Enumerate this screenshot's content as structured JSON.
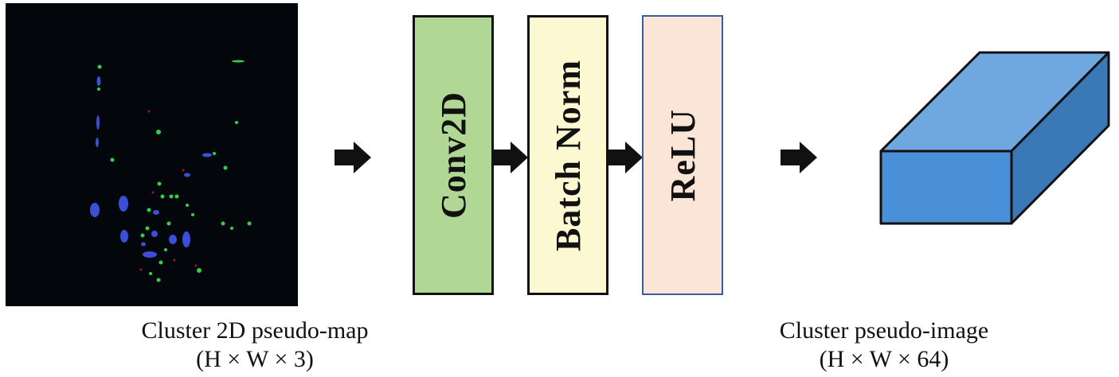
{
  "layers": {
    "conv": "Conv2D",
    "batch_norm": "Batch Norm",
    "relu": "ReLU"
  },
  "captions": {
    "input_title": "Cluster 2D pseudo-map",
    "input_dims": "(H × W × 3)",
    "output_title": "Cluster pseudo-image",
    "output_dims": "(H × W × 64)"
  },
  "colors": {
    "map_background": "#03060a",
    "cluster_blue": "#3b4fd8",
    "cluster_green": "#2fd04a",
    "cluster_red": "#a01818",
    "conv_fill": "#b0d793",
    "batch_norm_fill": "#fbf8d2",
    "relu_fill": "#fbe5d7",
    "relu_border": "#3a5aa2",
    "cuboid_front": "#4a90d8",
    "cuboid_top": "#6fa8de",
    "cuboid_side": "#3a78b8"
  }
}
